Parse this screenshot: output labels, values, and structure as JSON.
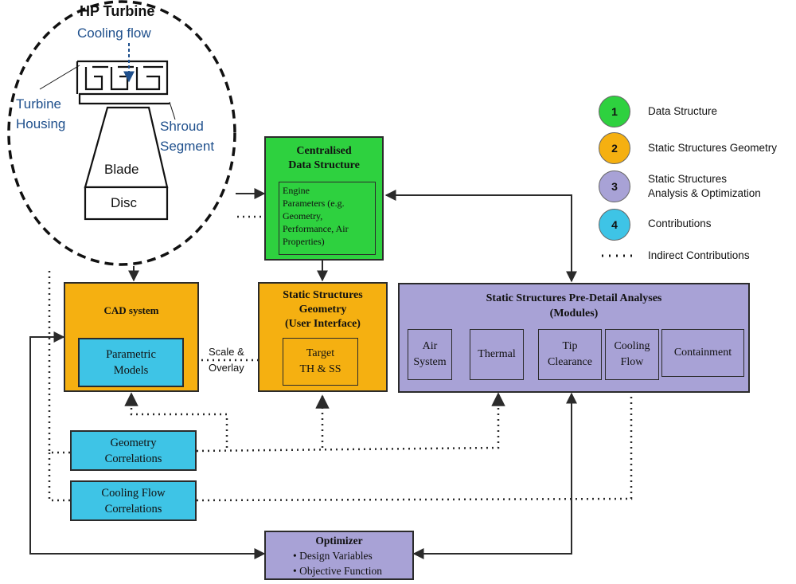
{
  "turbine": {
    "title": "HP Turbine",
    "cooling_flow": "Cooling flow",
    "housing_line1": "Turbine",
    "housing_line2": "Housing",
    "shroud_line1": "Shroud",
    "shroud_line2": "Segment",
    "blade": "Blade",
    "disc": "Disc"
  },
  "central": {
    "title_line1": "Centralised",
    "title_line2": "Data Structure",
    "inner_lines": [
      "Engine",
      "Parameters (e.g.",
      "Geometry,",
      "Performance, Air",
      "Properties)"
    ]
  },
  "cad": {
    "title": "CAD system",
    "inner_line1": "Parametric",
    "inner_line2": "Models"
  },
  "scale_overlay": {
    "line1": "Scale &",
    "line2": "Overlay"
  },
  "geometry_ui": {
    "title_line1": "Static Structures",
    "title_line2": "Geometry",
    "title_line3": "(User Interface)",
    "inner_line1": "Target",
    "inner_line2": "TH & SS"
  },
  "analyses": {
    "title_line1": "Static Structures Pre-Detail Analyses",
    "title_line2": "(Modules)",
    "modules": [
      {
        "line1": "Air",
        "line2": "System"
      },
      {
        "line1": "Thermal",
        "line2": ""
      },
      {
        "line1": "Tip",
        "line2": "Clearance"
      },
      {
        "line1": "Cooling",
        "line2": "Flow"
      },
      {
        "line1": "Containment",
        "line2": ""
      }
    ]
  },
  "geometry_correlations": {
    "line1": "Geometry",
    "line2": "Correlations"
  },
  "cooling_correlations": {
    "line1": "Cooling Flow",
    "line2": "Correlations"
  },
  "optimizer": {
    "title": "Optimizer",
    "item1": "• Design Variables",
    "item2": "• Objective Function"
  },
  "legend": [
    {
      "number": "1",
      "label": "Data Structure",
      "color": "#2ed13f"
    },
    {
      "number": "2",
      "label": "Static Structures Geometry",
      "color": "#f5b011"
    },
    {
      "number": "3",
      "label_line1": "Static Structures",
      "label_line2": "Analysis & Optimization",
      "color": "#a8a2d6"
    },
    {
      "number": "4",
      "label": "Contributions",
      "color": "#3ec4e6"
    },
    {
      "label": "Indirect Contributions"
    }
  ]
}
